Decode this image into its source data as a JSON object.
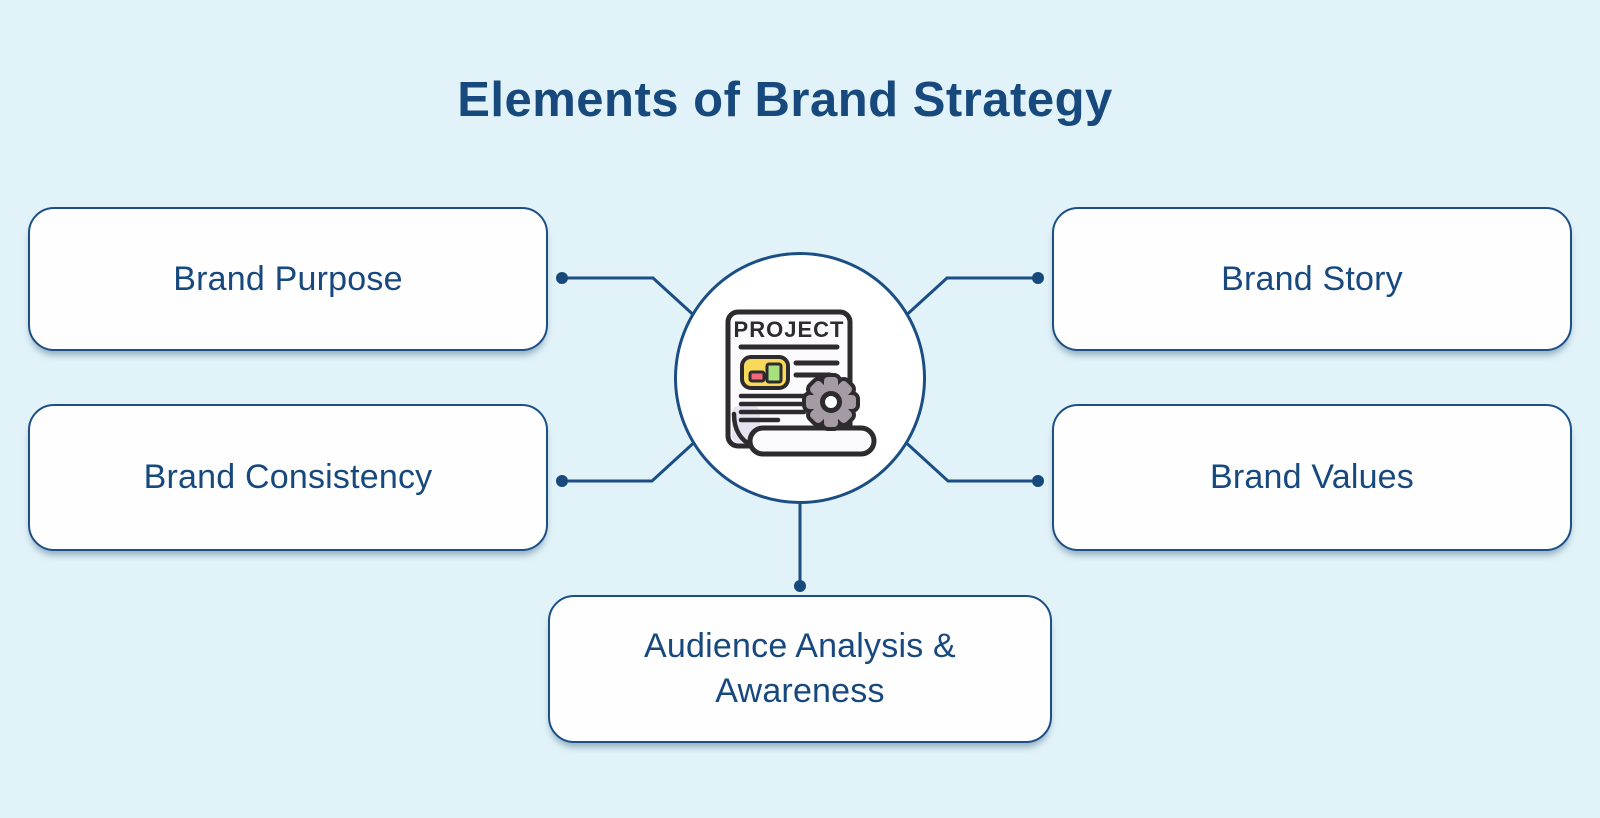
{
  "title": "Elements of Brand Strategy",
  "center": {
    "icon": "project-document-gear-icon",
    "heading": "PROJECT"
  },
  "nodes": [
    {
      "id": "brand-purpose",
      "label": "Brand Purpose"
    },
    {
      "id": "brand-story",
      "label": "Brand Story"
    },
    {
      "id": "brand-consistency",
      "label": "Brand Consistency"
    },
    {
      "id": "brand-values",
      "label": "Brand Values"
    },
    {
      "id": "audience-analysis",
      "label": "Audience Analysis & Awareness"
    }
  ],
  "colors": {
    "background": "#e1f3f8",
    "title_text": "#17497c",
    "node_text": "#17497e",
    "node_border": "#1b4f86",
    "node_fill": "#fefeff",
    "connector": "#1a4e85",
    "connector_dot": "#17497c",
    "icon_outline": "#2d2b2e",
    "icon_yellow": "#f9d95a",
    "icon_green": "#a9e17e",
    "icon_red": "#f2697c",
    "icon_gear_gray": "#a49ba4",
    "icon_lavender": "#e7e4f1"
  }
}
